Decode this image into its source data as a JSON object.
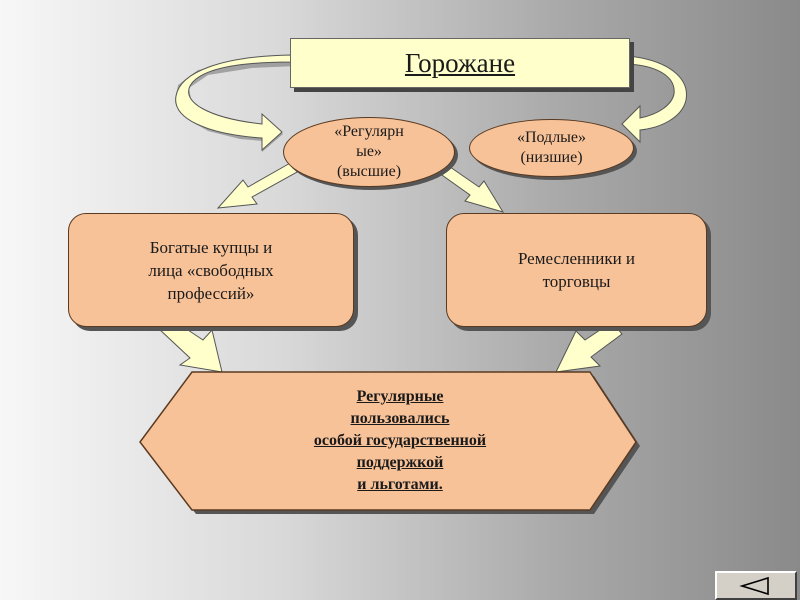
{
  "title": "Горожане",
  "categories": {
    "regular": [
      "«Регулярн",
      "ые»",
      "(высшие)"
    ],
    "low": [
      "«Подлые»",
      "(низшие)"
    ]
  },
  "groups": {
    "left": [
      "Богатые купцы и",
      "лица «свободных",
      "профессий»"
    ],
    "right": [
      "Ремесленники и",
      "торговцы"
    ]
  },
  "conclusion": [
    "Регулярные",
    "пользовались",
    "особой государственной",
    "поддержкой",
    "и льготами."
  ],
  "colors": {
    "node_fill": "#f8c298",
    "title_fill": "#ffffcc",
    "arrow_fill": "#ffffcc"
  },
  "icons": {
    "nav": "triangle-left-icon"
  }
}
